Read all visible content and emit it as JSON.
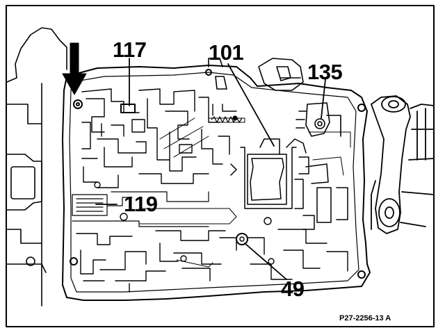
{
  "callouts": {
    "c117": "117",
    "c101": "101",
    "c135": "135",
    "c119": "119",
    "c49": "49"
  },
  "figure_ref": "P27-2256-13 A",
  "colors": {
    "ink": "#000000",
    "paper": "#ffffff"
  }
}
